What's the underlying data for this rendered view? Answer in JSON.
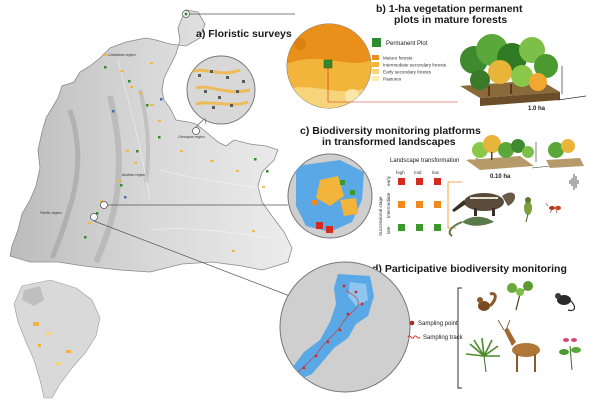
{
  "panels": {
    "a": {
      "title": "a) Floristic surveys"
    },
    "b": {
      "title_line1": "b) 1-ha vegetation permanent",
      "title_line2": "plots in mature forests",
      "legend_permanent_plot": "Permanent Plot",
      "legend_items": [
        "Mature forests",
        "Intermediate secondary forests",
        "Early secondary forests",
        "Pastures"
      ],
      "scale_label": "1.0 ha"
    },
    "c": {
      "title_line1": "c) Biodiversity monitoring platforms",
      "title_line2": "in transformed landscapes",
      "landscape_transformation": "Landscape transformation",
      "scale_label": "0.10 ha",
      "columns": [
        "high",
        "mid",
        "low"
      ],
      "rows": [
        "early",
        "intermediate",
        "late"
      ],
      "successional_stage": "Successional stage"
    },
    "d": {
      "title": "d) Participative biodiversity monitoring",
      "sampling_point": "Sampling point",
      "sampling_track": "Sampling track"
    }
  },
  "map": {
    "regions": [
      "Caribbean region",
      "Orinoquia region",
      "Andean region",
      "Pacific region"
    ]
  },
  "colors": {
    "mature": "#e8901a",
    "intermediate": "#f2b43a",
    "early": "#f6d57a",
    "pasture": "#fbe9b0",
    "plot_green": "#2e8b2e",
    "water_blue": "#5aa8e6",
    "grid_red": "#d62a1f",
    "grid_orange": "#f08a1c",
    "grid_green": "#3a9a2a"
  }
}
